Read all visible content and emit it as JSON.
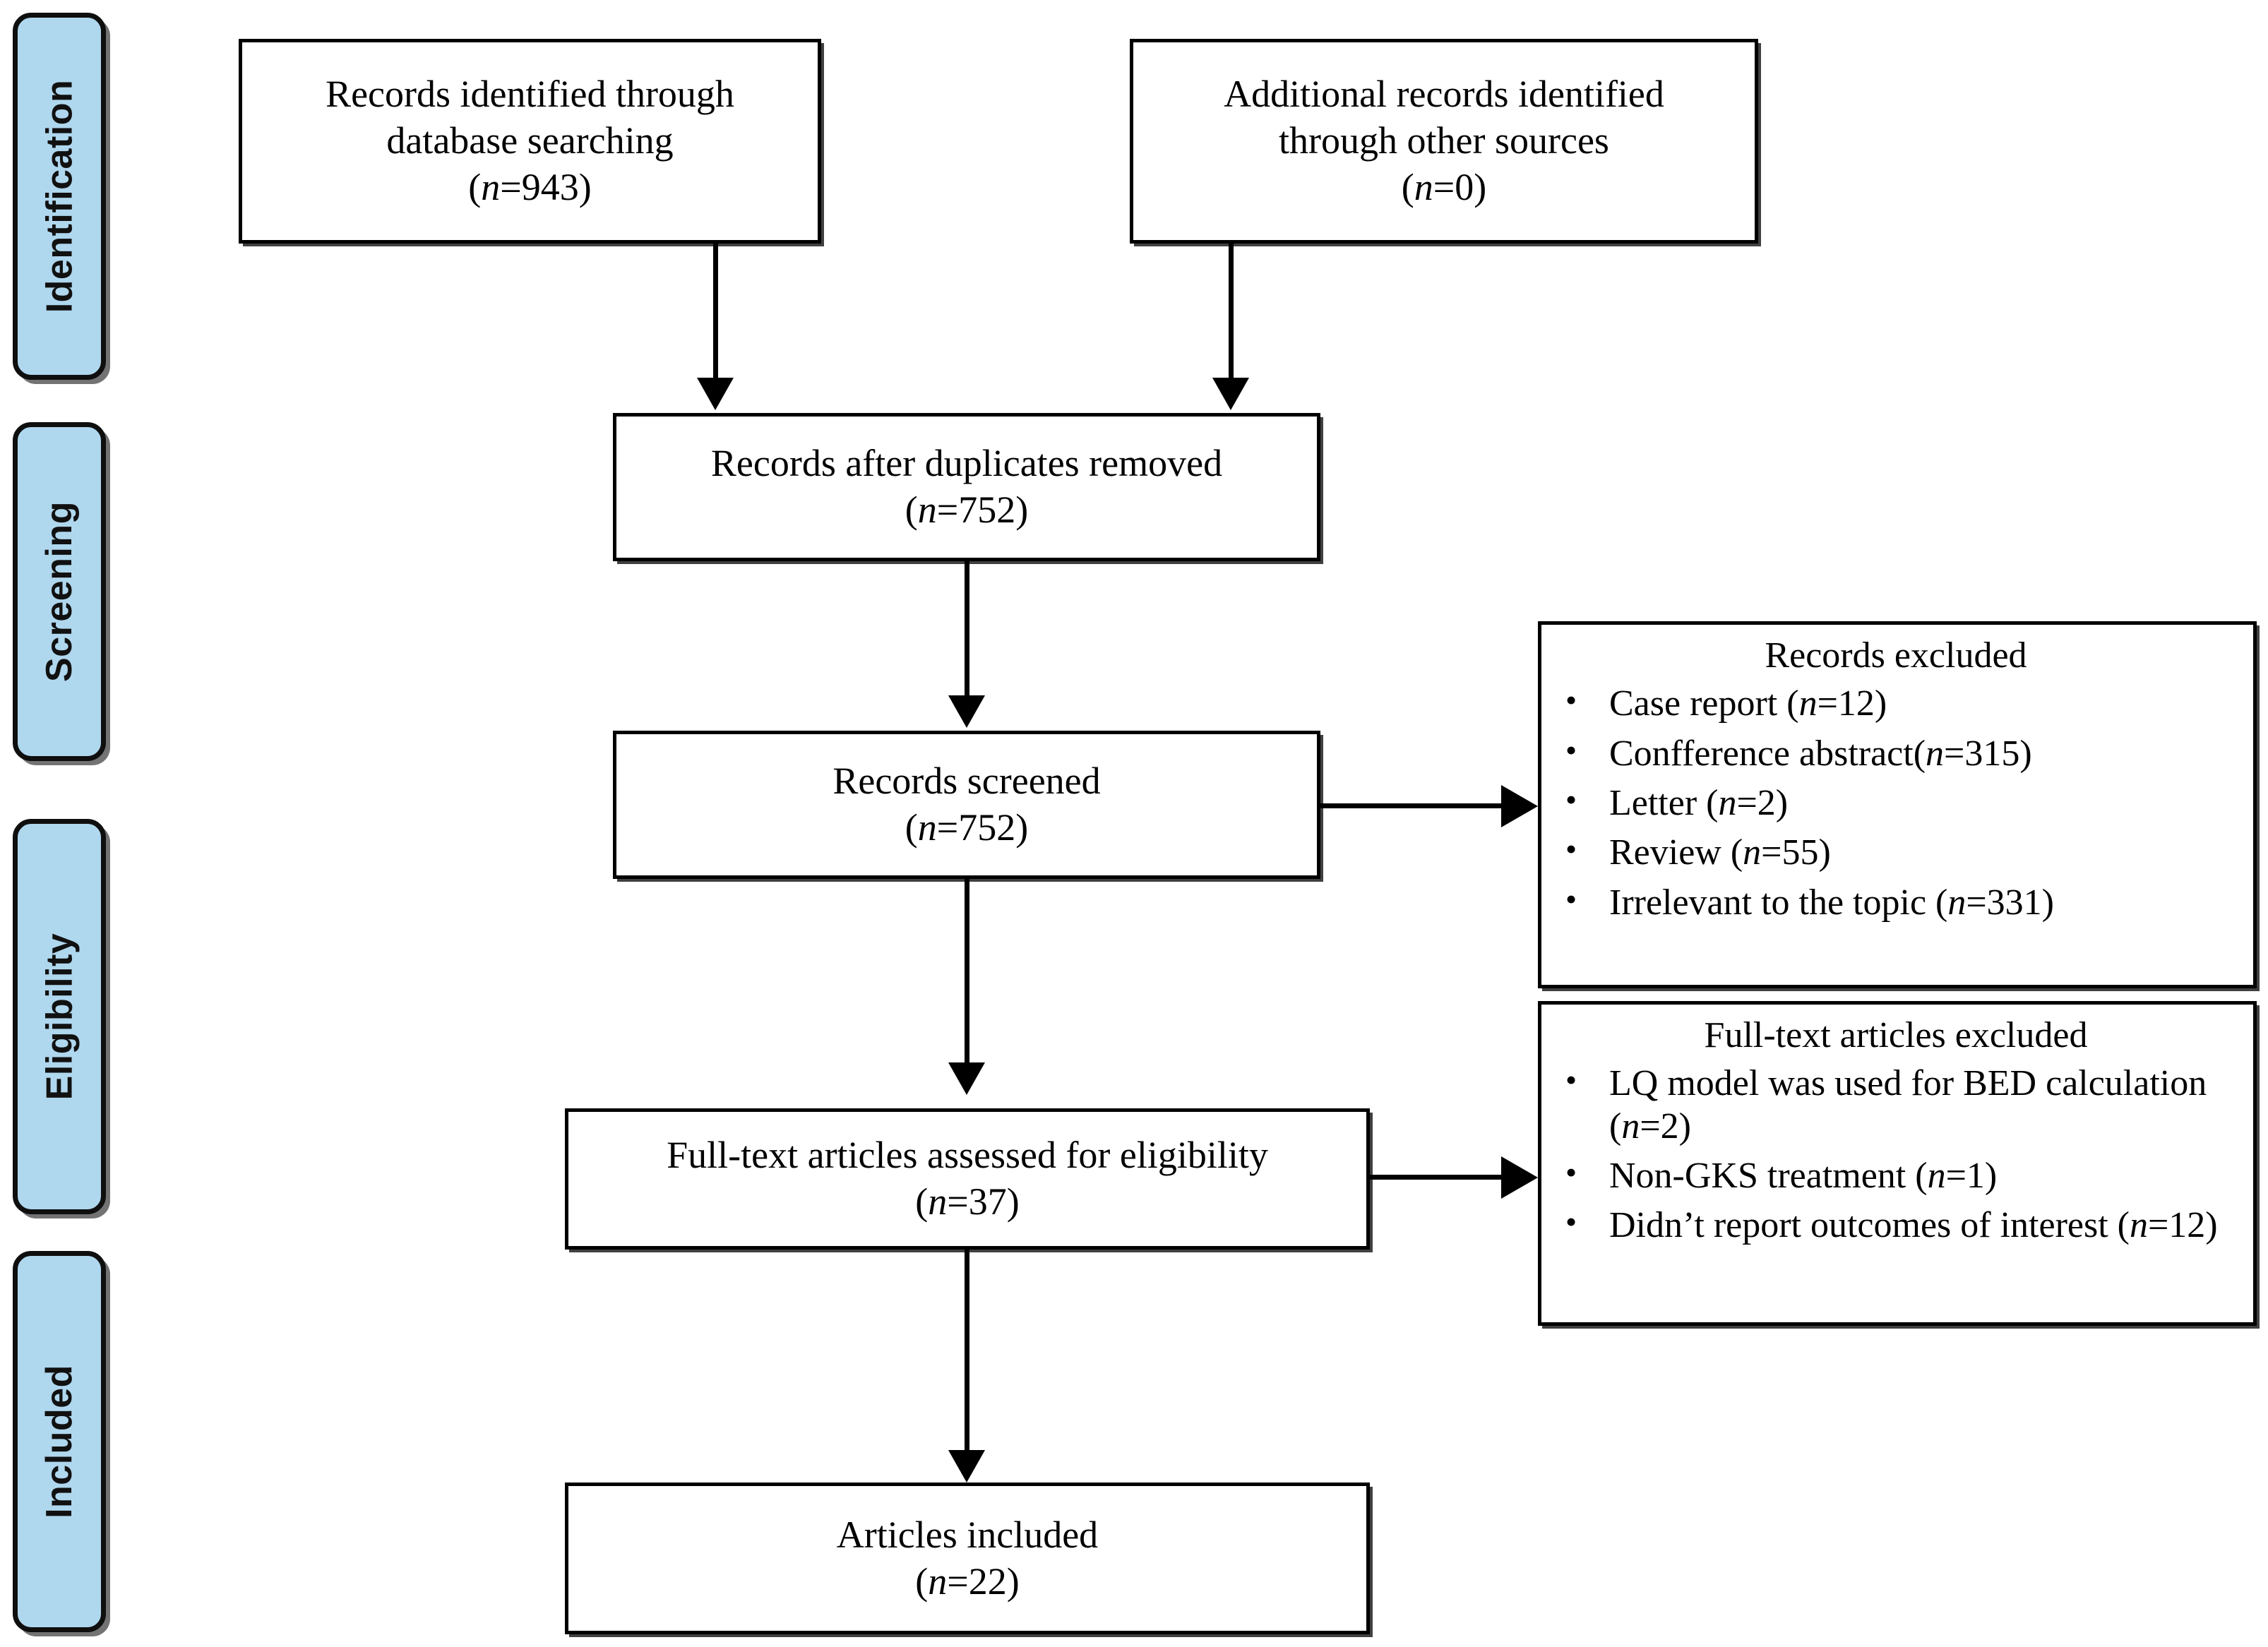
{
  "diagram": {
    "title": "PRISMA flow diagram",
    "type": "prisma-flow-chart",
    "background_color": "#FFFFFF",
    "box_border_color": "#000000",
    "stage_pill_color": "#AFD7EE"
  },
  "stages": [
    {
      "label": "Identification"
    },
    {
      "label": "Screening"
    },
    {
      "label": "Eligibility"
    },
    {
      "label": "Included"
    }
  ],
  "boxes": {
    "identified_database": {
      "line1": "Records identified  through",
      "line2": "database searching",
      "count_prefix": "(",
      "count_italic": "n",
      "count_value": "=943)"
    },
    "identified_other": {
      "line1": "Additional  records identified",
      "line2": "through  other  sources",
      "count_prefix": "(",
      "count_italic": "n",
      "count_value": "=0)"
    },
    "duplicates_removed": {
      "line1": "Records after  duplicates  removed",
      "count_prefix": "(",
      "count_italic": "n",
      "count_value": "=752)"
    },
    "records_screened": {
      "line1": "Records screened",
      "count_prefix": "(",
      "count_italic": "n",
      "count_value": "=752)"
    },
    "fulltext_assessed": {
      "line1": "Full-text  articles  assessed for eligibility",
      "count_prefix": "(",
      "count_italic": "n",
      "count_value": "=37)"
    },
    "articles_included": {
      "line1": "Articles  included",
      "count_prefix": "(",
      "count_italic": "n",
      "count_value": "=22)"
    }
  },
  "records_excluded": {
    "title": "Records excluded",
    "items": [
      {
        "text_before": "Case report (",
        "italic": "n",
        "text_after": "=12)"
      },
      {
        "text_before": "Confference  abstract(",
        "italic": "n",
        "text_after": "=315)"
      },
      {
        "text_before": "Letter  (",
        "italic": "n",
        "text_after": "=2)"
      },
      {
        "text_before": "Review  (",
        "italic": "n",
        "text_after": "=55)"
      },
      {
        "text_before": "Irrelevant  to the topic (",
        "italic": "n",
        "text_after": "=331)"
      }
    ]
  },
  "fulltext_excluded": {
    "title": "Full-text  articles  excluded",
    "items": [
      {
        "text_before": "LQ model was used for BED calculation (",
        "italic": "n",
        "text_after": "=2)"
      },
      {
        "text_before": "Non-GKS treatment (",
        "italic": "n",
        "text_after": "=1)"
      },
      {
        "text_before": "Didn’t report outcomes of interest (",
        "italic": "n",
        "text_after": "=12)"
      }
    ]
  },
  "chart_data": {
    "type": "table",
    "title": "PRISMA flow diagram record counts",
    "categories": [
      "Records identified through database searching",
      "Additional records identified through other sources",
      "Records after duplicates removed",
      "Records screened",
      "Records excluded: Case report",
      "Records excluded: Confference abstract",
      "Records excluded: Letter",
      "Records excluded: Review",
      "Records excluded: Irrelevant to the topic",
      "Full-text articles assessed for eligibility",
      "Full-text excluded: LQ model was used for BED calculation",
      "Full-text excluded: Non-GKS treatment",
      "Full-text excluded: Didn't report outcomes of interest",
      "Articles included"
    ],
    "values": [
      943,
      0,
      752,
      752,
      12,
      315,
      2,
      55,
      331,
      37,
      2,
      1,
      12,
      22
    ],
    "xlabel": "",
    "ylabel": "n"
  }
}
